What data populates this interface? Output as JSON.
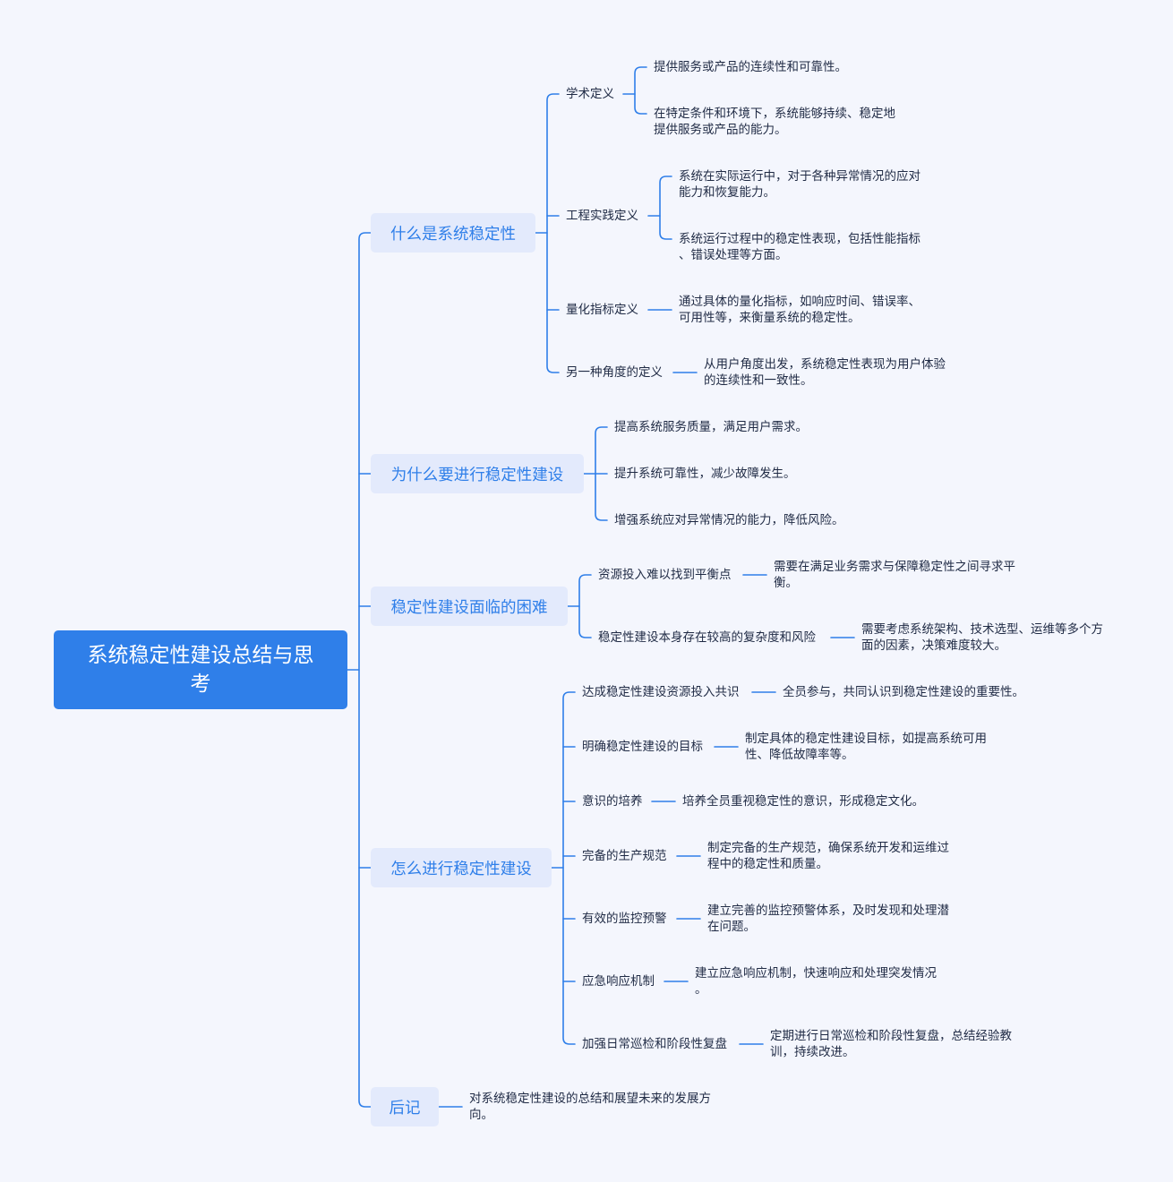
{
  "colors": {
    "background": "#f4f6fd",
    "root_fill": "#2f7fe9",
    "branch_fill": "#e3eafc",
    "branch_text": "#2f7fe9",
    "line": "#2f7fe9",
    "text": "#1f2a44"
  },
  "root": {
    "label_line1": "系统稳定性建设总结与思",
    "label_line2": "考"
  },
  "branches": [
    {
      "label": "什么是系统稳定性",
      "children": [
        {
          "label": "学术定义",
          "details": [
            [
              "提供服务或产品的连续性和可靠性。"
            ],
            [
              "在特定条件和环境下，系统能够持续、稳定地",
              "提供服务或产品的能力。"
            ]
          ]
        },
        {
          "label": "工程实践定义",
          "details": [
            [
              "系统在实际运行中，对于各种异常情况的应对",
              "能力和恢复能力。"
            ],
            [
              "系统运行过程中的稳定性表现，包括性能指标",
              "、错误处理等方面。"
            ]
          ]
        },
        {
          "label": "量化指标定义",
          "details": [
            [
              "通过具体的量化指标，如响应时间、错误率、",
              "可用性等，来衡量系统的稳定性。"
            ]
          ]
        },
        {
          "label": "另一种角度的定义",
          "details": [
            [
              "从用户角度出发，系统稳定性表现为用户体验",
              "的连续性和一致性。"
            ]
          ]
        }
      ]
    },
    {
      "label": "为什么要进行稳定性建设",
      "leaves": [
        "提高系统服务质量，满足用户需求。",
        "提升系统可靠性，减少故障发生。",
        "增强系统应对异常情况的能力，降低风险。"
      ]
    },
    {
      "label": "稳定性建设面临的困难",
      "children": [
        {
          "label": "资源投入难以找到平衡点",
          "details": [
            [
              "需要在满足业务需求与保障稳定性之间寻求平",
              "衡。"
            ]
          ]
        },
        {
          "label": "稳定性建设本身存在较高的复杂度和风险",
          "details": [
            [
              "需要考虑系统架构、技术选型、运维等多个方",
              "面的因素，决策难度较大。"
            ]
          ]
        }
      ]
    },
    {
      "label": "怎么进行稳定性建设",
      "children": [
        {
          "label": "达成稳定性建设资源投入共识",
          "details": [
            [
              "全员参与，共同认识到稳定性建设的重要性。"
            ]
          ]
        },
        {
          "label": "明确稳定性建设的目标",
          "details": [
            [
              "制定具体的稳定性建设目标，如提高系统可用",
              "性、降低故障率等。"
            ]
          ]
        },
        {
          "label": "意识的培养",
          "details": [
            [
              "培养全员重视稳定性的意识，形成稳定文化。"
            ]
          ]
        },
        {
          "label": "完备的生产规范",
          "details": [
            [
              "制定完备的生产规范，确保系统开发和运维过",
              "程中的稳定性和质量。"
            ]
          ]
        },
        {
          "label": "有效的监控预警",
          "details": [
            [
              "建立完善的监控预警体系，及时发现和处理潜",
              "在问题。"
            ]
          ]
        },
        {
          "label": "应急响应机制",
          "details": [
            [
              "建立应急响应机制，快速响应和处理突发情况",
              "。"
            ]
          ]
        },
        {
          "label": "加强日常巡检和阶段性复盘",
          "details": [
            [
              "定期进行日常巡检和阶段性复盘，总结经验教",
              "训，持续改进。"
            ]
          ]
        }
      ]
    },
    {
      "label": "后记",
      "details": [
        [
          "对系统稳定性建设的总结和展望未来的发展方",
          "向。"
        ]
      ]
    }
  ]
}
